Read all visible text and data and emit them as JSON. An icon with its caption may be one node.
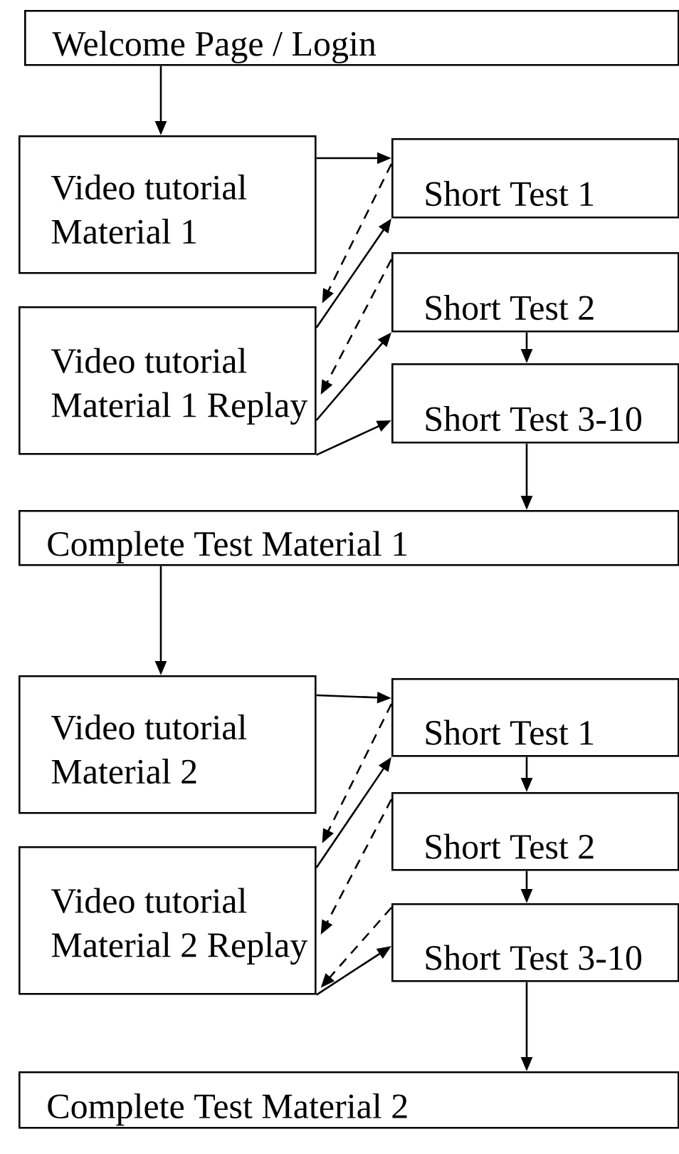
{
  "diagram": {
    "nodes": [
      {
        "text": [
          "Welcome Page / Login"
        ]
      },
      {
        "text": [
          "Video tutorial Material 1"
        ]
      },
      {
        "text": [
          "Video tutorial Material 1 Replay"
        ]
      },
      {
        "text": [
          "Short Test 1"
        ]
      },
      {
        "text": [
          "Short Test 2"
        ]
      },
      {
        "text": [
          "Short Test 3-10"
        ]
      },
      {
        "text": [
          "Complete Test Material 1"
        ]
      },
      {
        "text": [
          "Video tutorial Material 2"
        ]
      },
      {
        "text": [
          "Video tutorial Material 2 Replay"
        ]
      },
      {
        "text": [
          "Short Test 1"
        ]
      },
      {
        "text": [
          "Short Test 2"
        ]
      },
      {
        "text": [
          "Short Test 3-10"
        ]
      },
      {
        "text": [
          "Complete Test Material 2"
        ]
      }
    ],
    "edges": [
      {
        "from": 0,
        "to": 1,
        "arrow": "to"
      },
      {
        "from": 1,
        "to": 3,
        "arrow": "to"
      },
      {
        "from": 3,
        "to": 2,
        "arrow": "to",
        "style": "dashed"
      },
      {
        "from": 2,
        "to": 3,
        "arrow": "to"
      },
      {
        "from": 4,
        "to": 2,
        "arrow": "to",
        "style": "dashed"
      },
      {
        "from": 2,
        "to": 4,
        "arrow": "to"
      },
      {
        "from": 2,
        "to": 5,
        "arrow": "to"
      },
      {
        "from": 4,
        "to": 5,
        "arrow": "to"
      },
      {
        "from": 5,
        "to": 6,
        "arrow": "to"
      },
      {
        "from": 6,
        "to": 7,
        "arrow": "to"
      },
      {
        "from": 7,
        "to": 9,
        "arrow": "to"
      },
      {
        "from": 9,
        "to": 8,
        "arrow": "to",
        "style": "dashed"
      },
      {
        "from": 8,
        "to": 9,
        "arrow": "to"
      },
      {
        "from": 9,
        "to": 10,
        "arrow": "to"
      },
      {
        "from": 10,
        "to": 8,
        "arrow": "to",
        "style": "dashed"
      },
      {
        "from": 11,
        "to": 8,
        "arrow": "to",
        "style": "dashed"
      },
      {
        "from": 8,
        "to": 11,
        "arrow": "to"
      },
      {
        "from": 10,
        "to": 11,
        "arrow": "to"
      },
      {
        "from": 11,
        "to": 12,
        "arrow": "to"
      }
    ]
  }
}
